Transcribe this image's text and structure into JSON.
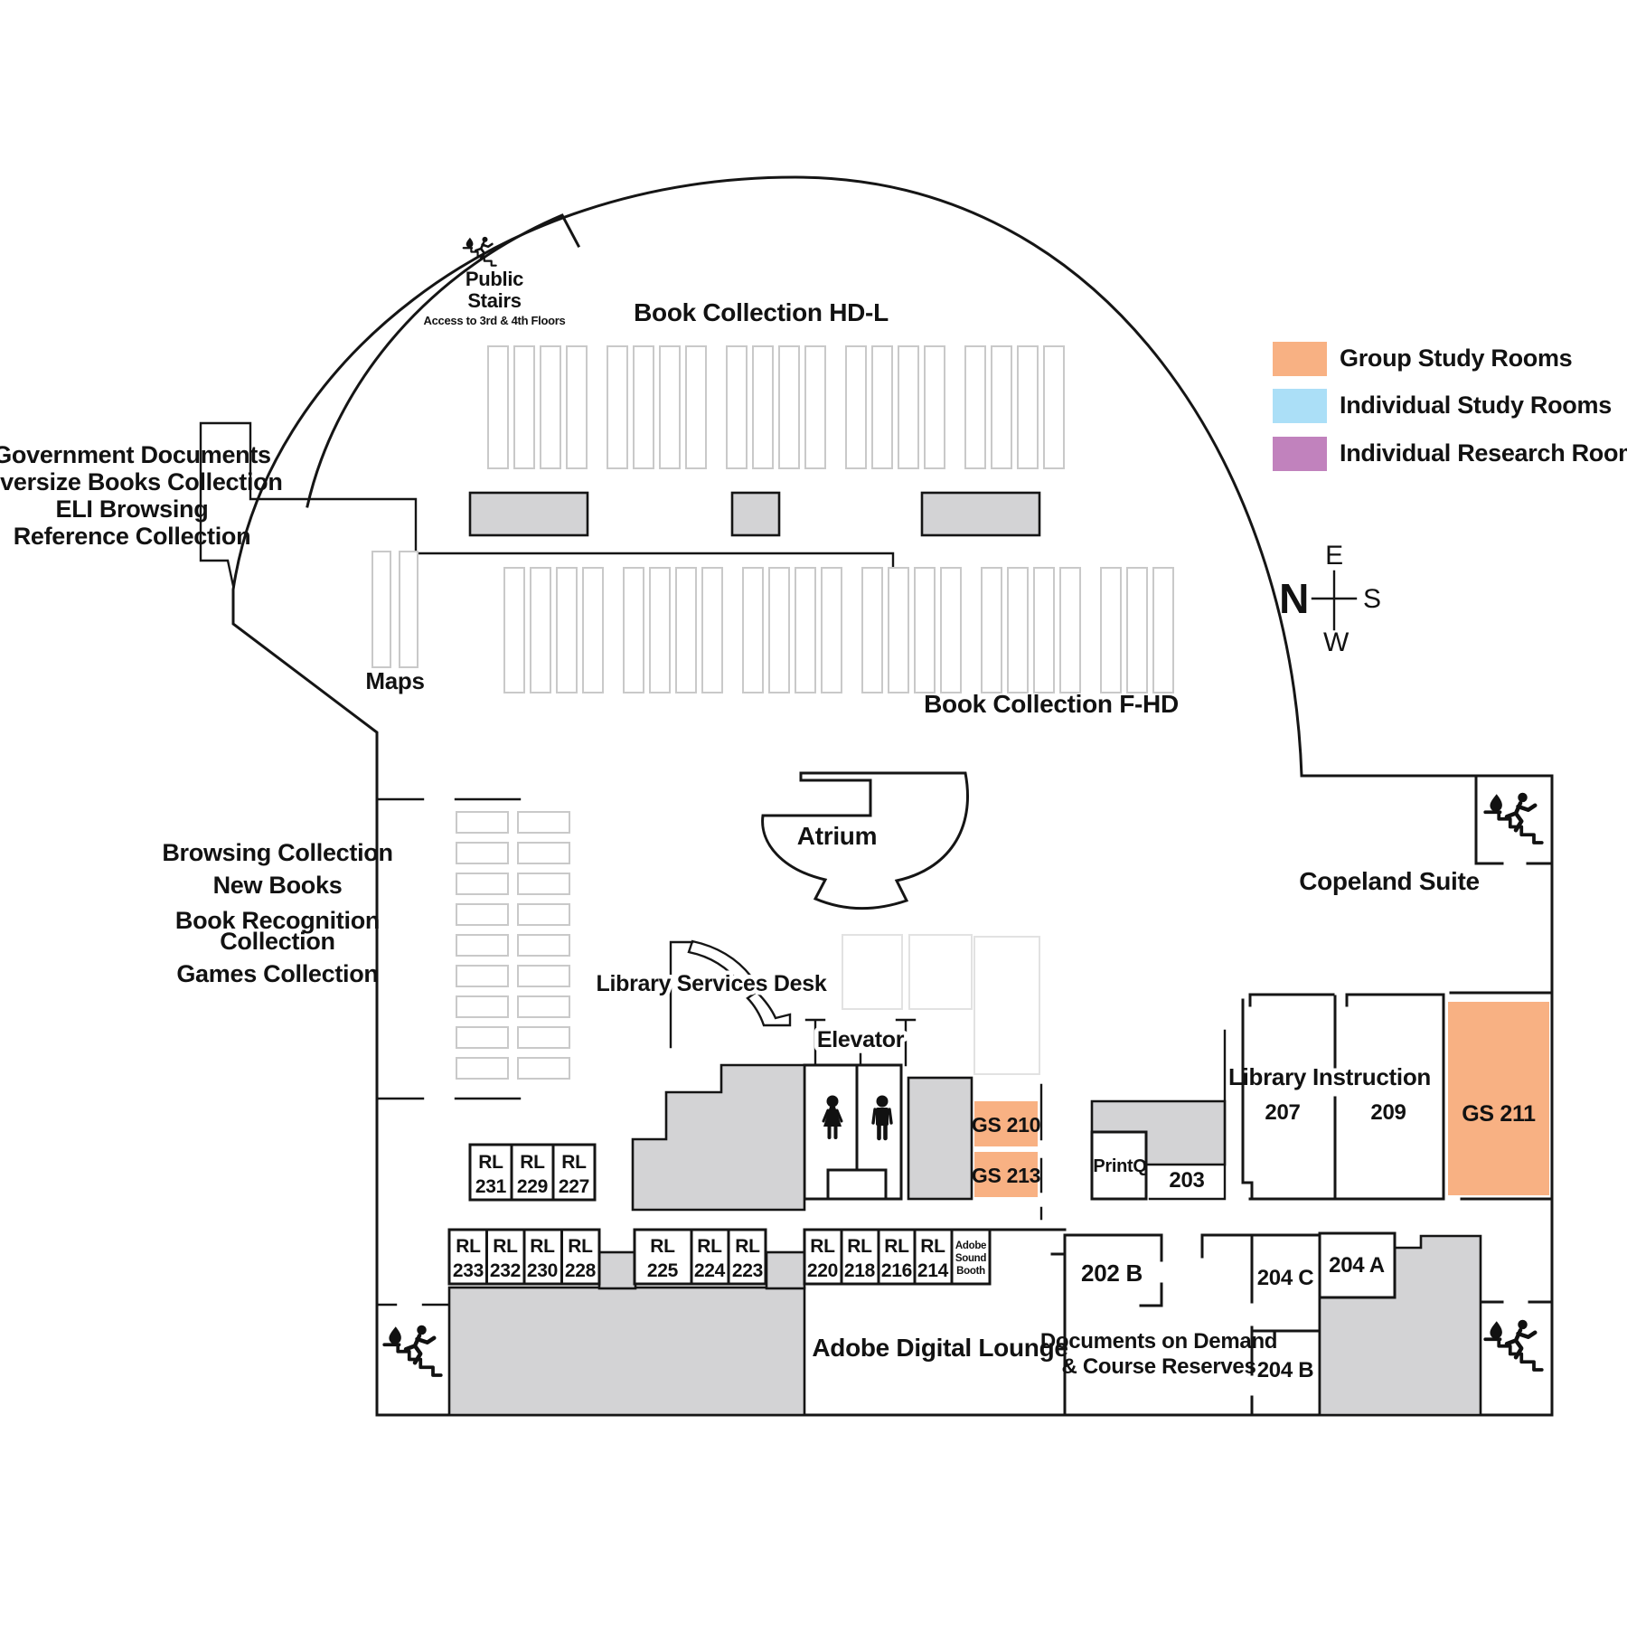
{
  "legend": {
    "items": [
      {
        "label": "Group Study Rooms",
        "color": "#F8B183"
      },
      {
        "label": "Individual Study Rooms",
        "color": "#ABDFF7"
      },
      {
        "label": "Individual Research Rooms",
        "color": "#C182BD"
      }
    ]
  },
  "compass": {
    "n": "N",
    "e": "E",
    "s": "S",
    "w": "W"
  },
  "labels": {
    "book_hd_l": "Book Collection HD-L",
    "book_f_hd": "Book Collection F-HD",
    "maps": "Maps",
    "atrium": "Atrium",
    "copeland": "Copeland Suite",
    "public_stairs": [
      "Public",
      "Stairs"
    ],
    "public_stairs_note": "Access to 3rd & 4th Floors",
    "gov_docs": [
      "Government Documents",
      "Oversize Books Collection",
      "ELI Browsing",
      "Reference Collection"
    ],
    "browsing": [
      "Browsing Collection",
      "New Books",
      "Book Recognition",
      "Collection",
      "Games Collection"
    ],
    "services_desk": "Library Services Desk",
    "elevator": "Elevator",
    "adobe_lounge": "Adobe Digital Lounge",
    "docs_demand": [
      "Documents on Demand",
      "& Course Reserves"
    ],
    "library_instruction": "Library Instruction",
    "adobe_booth": [
      "Adobe",
      "Sound",
      "Booth"
    ],
    "printq": "PrintQ"
  },
  "rooms": {
    "rl_prefix": "RL",
    "row1": [
      "231",
      "229",
      "227"
    ],
    "row2": [
      "233",
      "232",
      "230",
      "228"
    ],
    "row3": [
      "225",
      "224",
      "223"
    ],
    "row4": [
      "220",
      "218",
      "216",
      "214"
    ],
    "gs210": "GS 210",
    "gs213": "GS 213",
    "gs211": "GS 211",
    "r203": "203",
    "r207": "207",
    "r209": "209",
    "r202b": "202 B",
    "r204a": "204 A",
    "r204b": "204 B",
    "r204c": "204 C"
  },
  "colors": {
    "group_study": "#F8B183",
    "individual_study": "#ABDFF7",
    "individual_research": "#C182BD"
  }
}
